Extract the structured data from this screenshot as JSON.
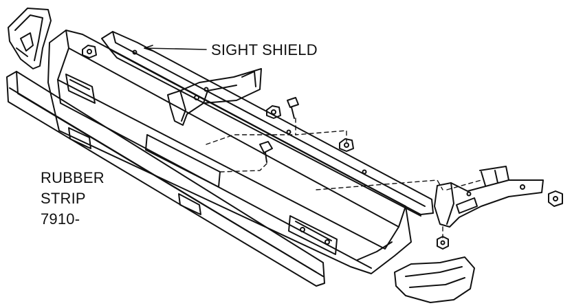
{
  "labels": {
    "sight_shield": "SIGHT SHIELD",
    "rubber_strip_line1": "RUBBER",
    "rubber_strip_line2": "STRIP",
    "rubber_strip_line3": "7910-"
  },
  "colors": {
    "ink": "#111111",
    "background": "#ffffff"
  }
}
